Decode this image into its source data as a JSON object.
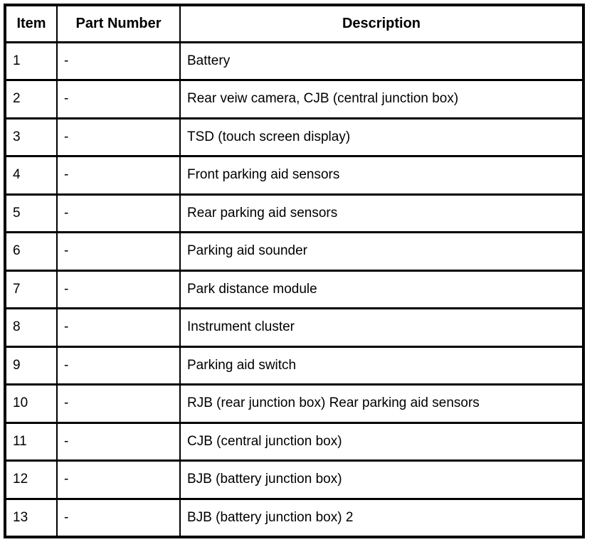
{
  "table": {
    "headers": {
      "item": "Item",
      "part_number": "Part Number",
      "description": "Description"
    },
    "rows": [
      {
        "item": "1",
        "part_number": "-",
        "description": "Battery"
      },
      {
        "item": "2",
        "part_number": "-",
        "description": "Rear veiw camera, CJB (central junction box)"
      },
      {
        "item": "3",
        "part_number": "-",
        "description": "TSD (touch screen display)"
      },
      {
        "item": "4",
        "part_number": "-",
        "description": "Front parking aid sensors"
      },
      {
        "item": "5",
        "part_number": "-",
        "description": "Rear parking aid sensors"
      },
      {
        "item": "6",
        "part_number": "-",
        "description": "Parking aid sounder"
      },
      {
        "item": "7",
        "part_number": "-",
        "description": "Park distance module"
      },
      {
        "item": "8",
        "part_number": "-",
        "description": "Instrument cluster"
      },
      {
        "item": "9",
        "part_number": "-",
        "description": "Parking aid switch"
      },
      {
        "item": "10",
        "part_number": "-",
        "description": "RJB (rear junction box) Rear parking aid sensors"
      },
      {
        "item": "11",
        "part_number": "-",
        "description": "CJB (central junction box)"
      },
      {
        "item": "12",
        "part_number": "-",
        "description": "BJB (battery junction box)"
      },
      {
        "item": "13",
        "part_number": "-",
        "description": "BJB (battery junction box) 2"
      }
    ],
    "colors": {
      "border": "#000000",
      "background": "#ffffff",
      "text": "#000000"
    }
  }
}
